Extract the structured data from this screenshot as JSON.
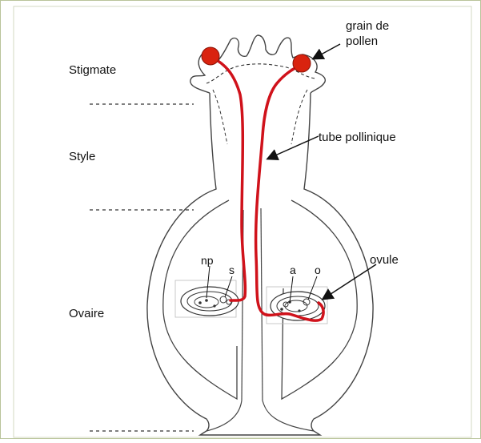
{
  "regions": {
    "stigmate": "Stigmate",
    "style": "Style",
    "ovaire": "Ovaire"
  },
  "annotations": {
    "grain_line1": "grain de",
    "grain_line2": "pollen",
    "tube": "tube pollinique",
    "ovule": "ovule",
    "np": "np",
    "s": "s",
    "a": "a",
    "o": "o"
  },
  "colors": {
    "pollen_tube": "#d0121b",
    "pollen_grain": "#d9230f",
    "outline": "#444444",
    "frame": "#b9c49a"
  }
}
